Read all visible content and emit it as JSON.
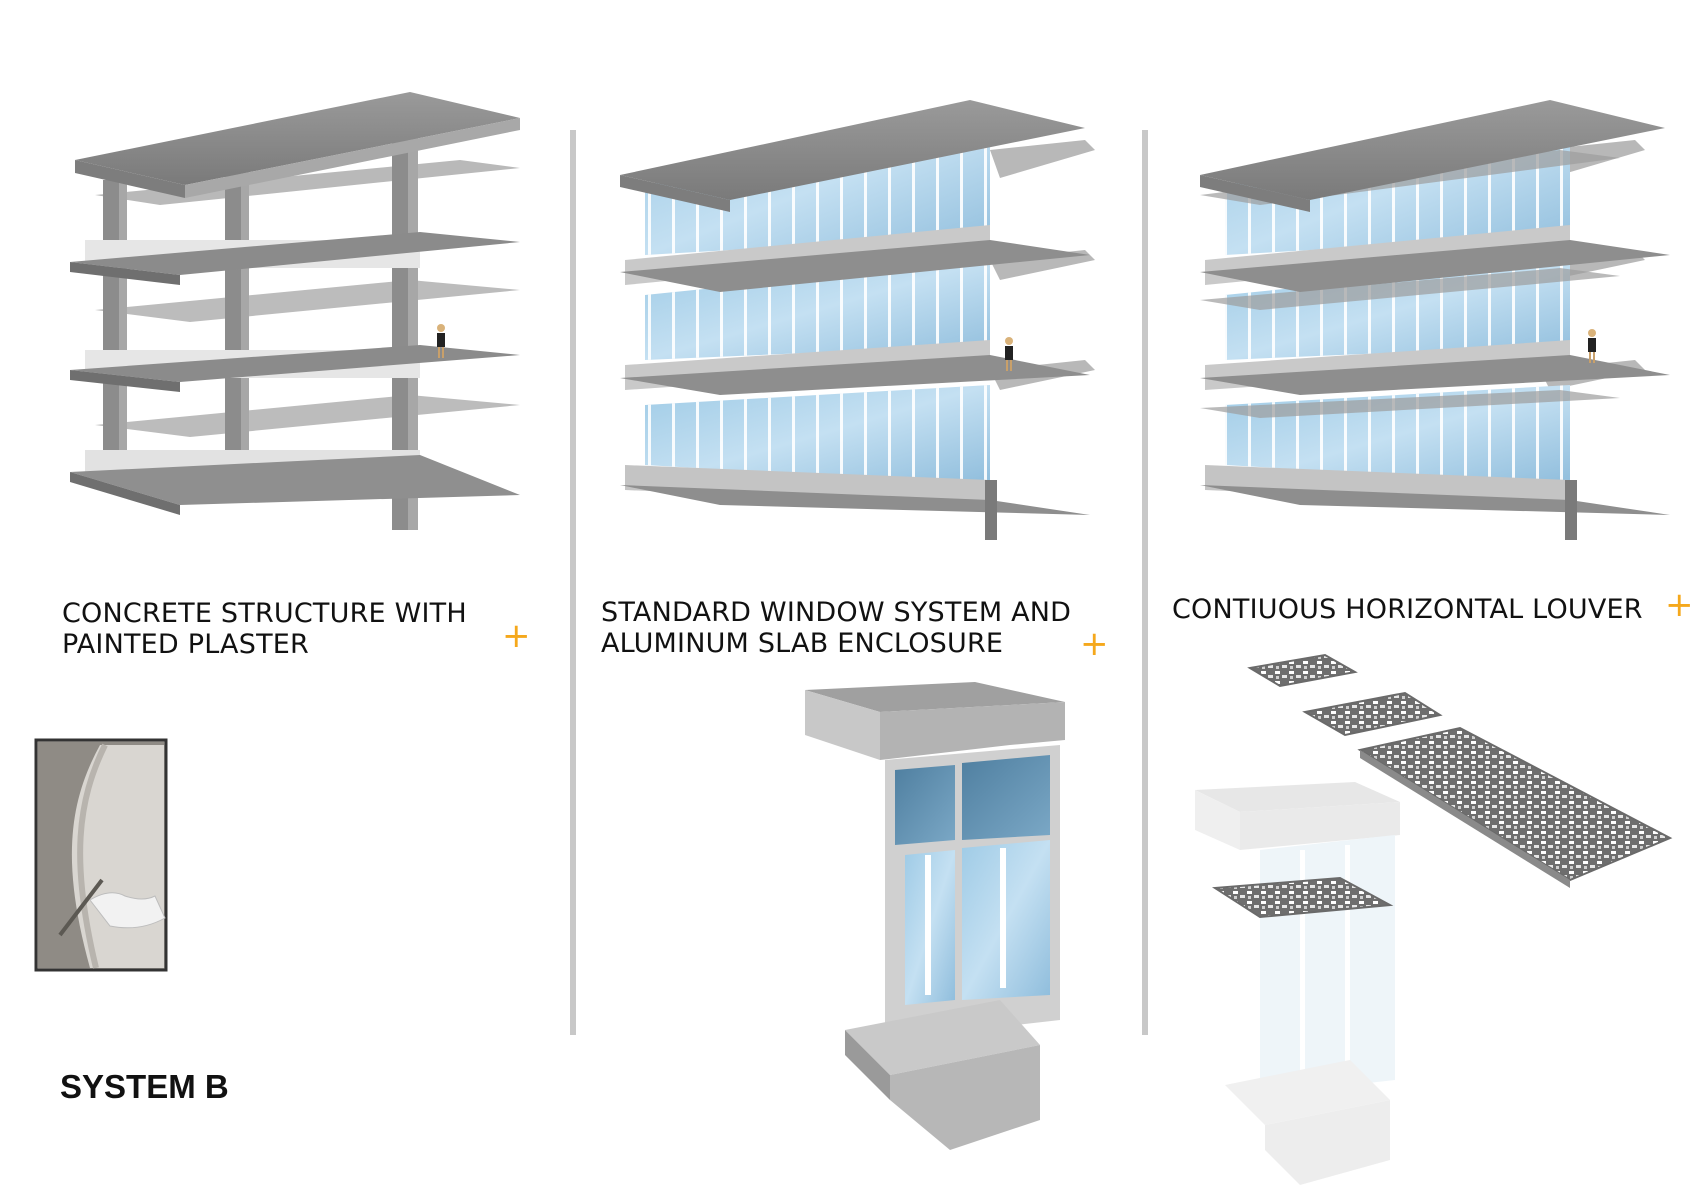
{
  "title": "SYSTEM B",
  "accent_color": "#f5a81c",
  "panels": [
    {
      "caption": "CONCRETE STRUCTURE WITH\nPAINTED PLASTER",
      "plus": "+"
    },
    {
      "caption": "STANDARD WINDOW SYSTEM AND\nALUMINUM SLAB ENCLOSURE",
      "plus": "+"
    },
    {
      "caption": "CONTIUOUS HORIZONTAL LOUVER",
      "plus": "+"
    }
  ],
  "colors": {
    "concrete_top": "#8f8f8f",
    "concrete_face": "#b5b5b5",
    "concrete_light": "#d8d8d8",
    "glass": "#a9d0ea",
    "glass_dark": "#5f8fae",
    "mullion": "#ffffff"
  }
}
